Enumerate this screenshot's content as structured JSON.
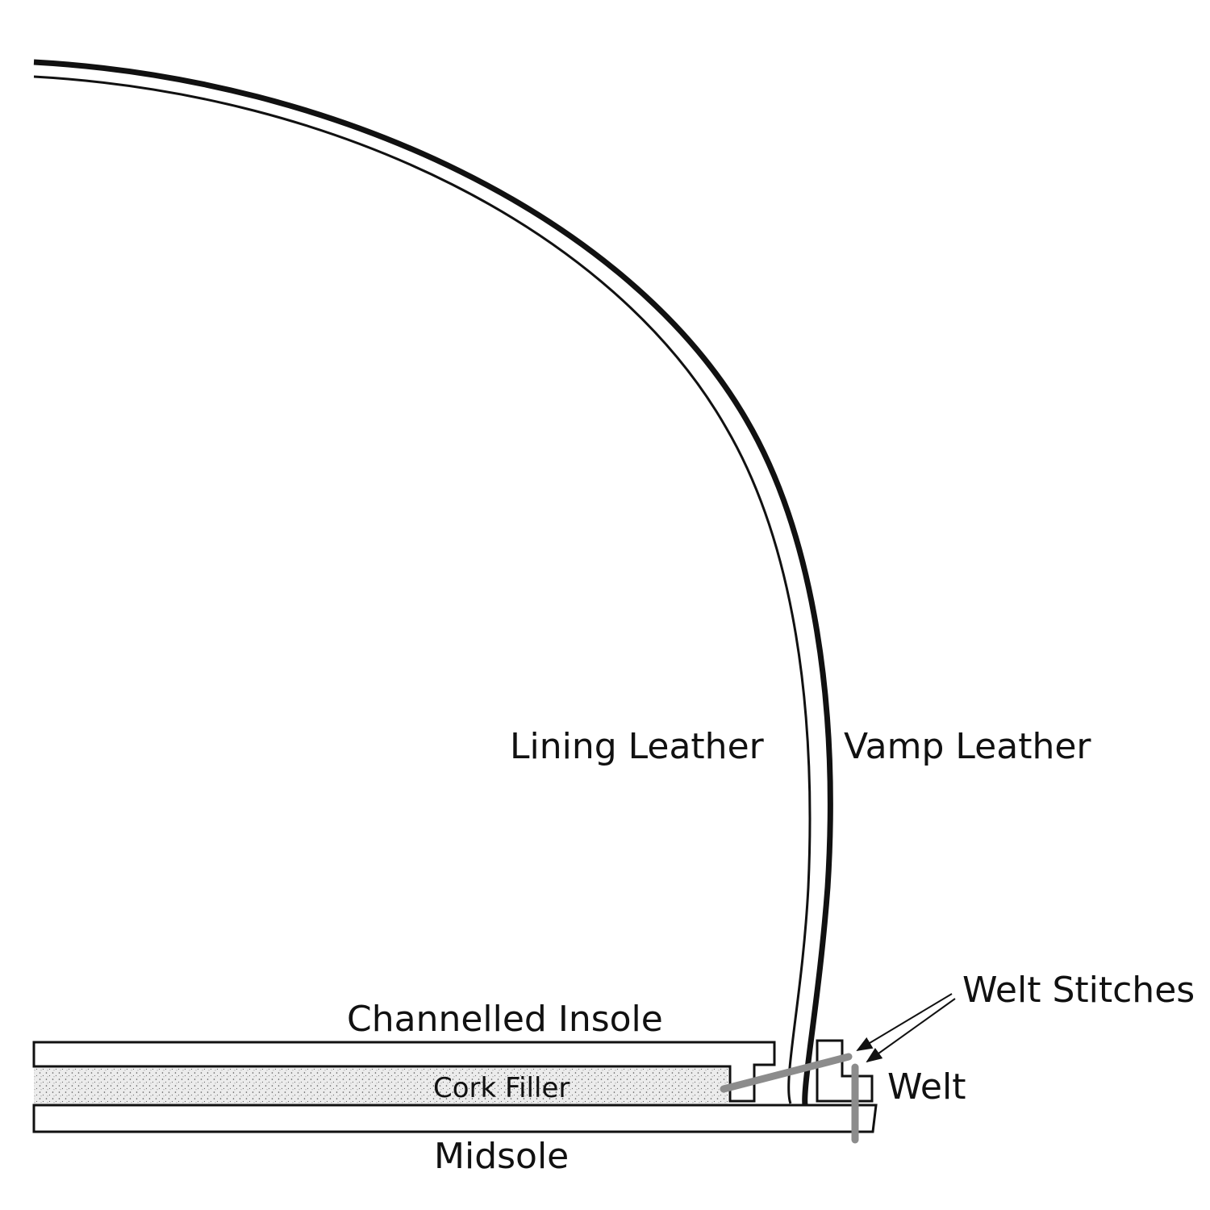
{
  "diagram": {
    "labels": {
      "lining_leather": "Lining Leather",
      "vamp_leather": "Vamp Leather",
      "welt_stitches": "Welt Stitches",
      "channelled_insole": "Channelled Insole",
      "cork_filler": "Cork Filler",
      "welt": "Welt",
      "midsole": "Midsole"
    },
    "colors": {
      "ink": "#111111",
      "stitch": "#8c8c8c",
      "cork": "#ececec",
      "background": "#ffffff"
    }
  }
}
